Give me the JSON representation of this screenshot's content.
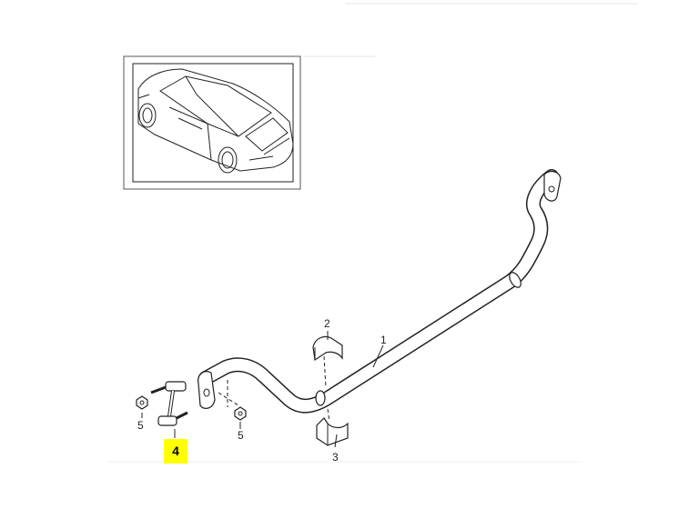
{
  "diagram": {
    "labels": {
      "stabilizer_bar": "1",
      "bush_upper": "2",
      "bush_lower": "3",
      "coupling_rod": "4",
      "nut_left": "5",
      "nut_right": "5"
    },
    "highlight_color": "#ffff00",
    "inset": "car-outline-icon"
  }
}
